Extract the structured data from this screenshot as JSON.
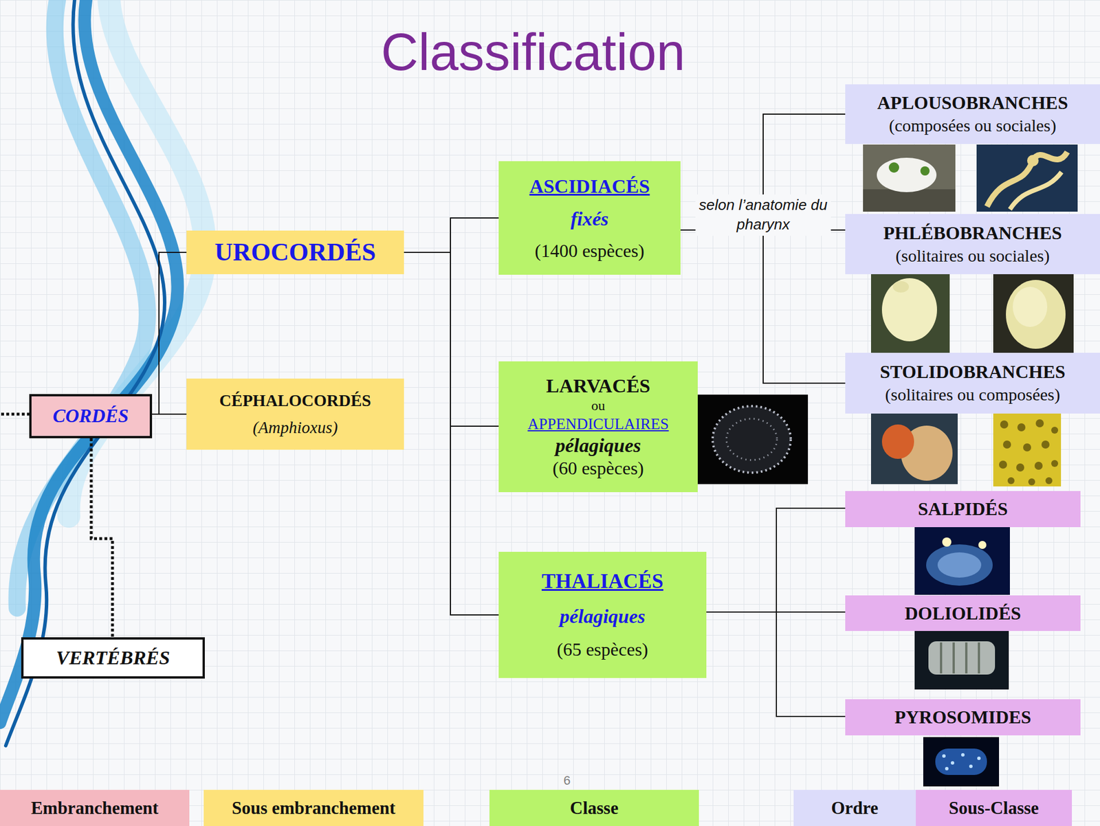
{
  "diagram": {
    "title": "Classification",
    "nodes": [
      {
        "text": [
          "CORDÉS"
        ]
      },
      {
        "text": [
          "UROCORDÉS"
        ]
      },
      {
        "text": [
          "CÉPHALOCORDÉS",
          "(Amphioxus)"
        ]
      },
      {
        "text": [
          "VERTÉBRÉS"
        ]
      },
      {
        "text": [
          "ASCIDIACÉS",
          "fixés",
          "(1400 espèces)"
        ]
      },
      {
        "text": [
          "LARVACÉS",
          "ou",
          "APPENDICULAIRES",
          "pélagiques",
          "(60 espèces)"
        ]
      },
      {
        "text": [
          "THALIACÉS",
          "pélagiques",
          "(65 espèces)"
        ]
      },
      {
        "text": [
          "APLOUSOBRANCHES",
          "(composées ou sociales)"
        ]
      },
      {
        "text": [
          "PHLÉBOBRANCHES",
          "(solitaires ou sociales)"
        ]
      },
      {
        "text": [
          "STOLIDOBRANCHES",
          "(solitaires ou composées)"
        ]
      },
      {
        "text": [
          "SALPIDÉS"
        ]
      },
      {
        "text": [
          "DOLIOLIDÉS"
        ]
      },
      {
        "text": [
          "PYROSOMIDES"
        ]
      }
    ],
    "edges": [
      {
        "from": 0,
        "to": 1,
        "arrow": "none"
      },
      {
        "from": 0,
        "to": 2,
        "arrow": "none"
      },
      {
        "from": 0,
        "to": 3,
        "arrow": "none"
      },
      {
        "from": 1,
        "to": 4,
        "arrow": "none"
      },
      {
        "from": 1,
        "to": 5,
        "arrow": "none"
      },
      {
        "from": 1,
        "to": 6,
        "arrow": "none"
      },
      {
        "from": 4,
        "to": 7,
        "arrow": "none"
      },
      {
        "from": 4,
        "to": 8,
        "label": "selon l’anatomie du pharynx",
        "arrow": "none"
      },
      {
        "from": 4,
        "to": 9,
        "arrow": "none"
      },
      {
        "from": 6,
        "to": 10,
        "arrow": "none"
      },
      {
        "from": 6,
        "to": 11,
        "arrow": "none"
      },
      {
        "from": 6,
        "to": 12,
        "arrow": "none"
      }
    ],
    "labels": [
      "6"
    ],
    "legend": [
      {
        "text": "Embranchement",
        "color": "#f4b8c0"
      },
      {
        "text": "Sous embranchement",
        "color": "#fde27a"
      },
      {
        "text": "Classe",
        "color": "#b8f36a"
      },
      {
        "text": "Ordre",
        "color": "#dcdcfa"
      },
      {
        "text": "Sous-Classe",
        "color": "#e6b0ee"
      }
    ]
  }
}
